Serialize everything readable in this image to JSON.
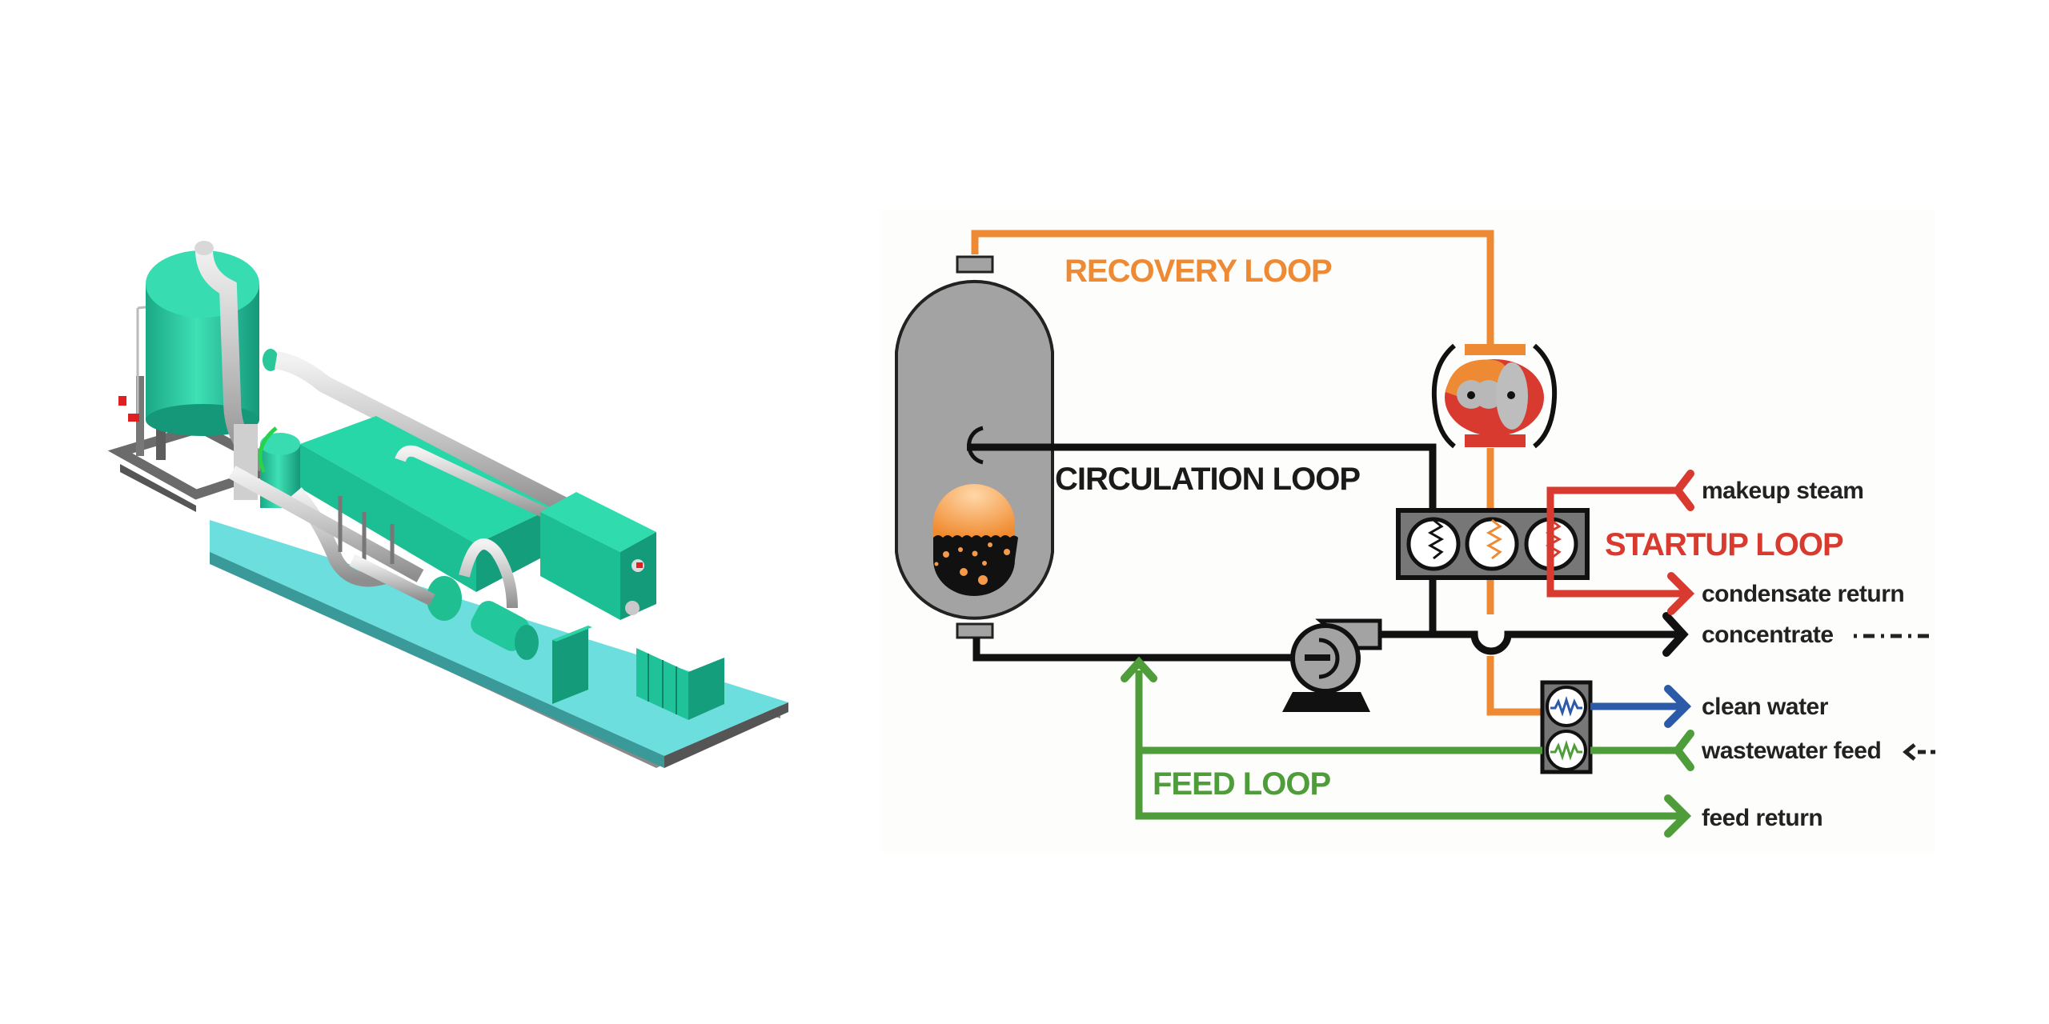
{
  "colors": {
    "recovery": "#ee8a33",
    "circulation": "#111111",
    "startup": "#d93a2f",
    "feed": "#4f9d3a",
    "clean_water": "#2a5aa8",
    "vessel_gray": "#a3a3a3",
    "equipment_green": "#1fc99a",
    "skid_cyan": "#5fd8d8",
    "pipe_gray": "#c8c8c8"
  },
  "equipment_render": {
    "description": "Isometric 3D view of skid-mounted evaporator package"
  },
  "diagram": {
    "loops": {
      "recovery": "RECOVERY LOOP",
      "circulation": "CIRCULATION LOOP",
      "startup": "STARTUP LOOP",
      "feed": "FEED LOOP"
    },
    "streams": {
      "makeup_steam": "makeup steam",
      "condensate_return": "condensate return",
      "concentrate": "concentrate",
      "clean_water": "clean water",
      "wastewater_feed": "wastewater feed",
      "feed_return": "feed return"
    },
    "components": [
      "evaporator-vessel",
      "vapor-compressor",
      "heat-exchanger-bank",
      "circulation-pump",
      "distillate-heat-exchanger"
    ]
  }
}
